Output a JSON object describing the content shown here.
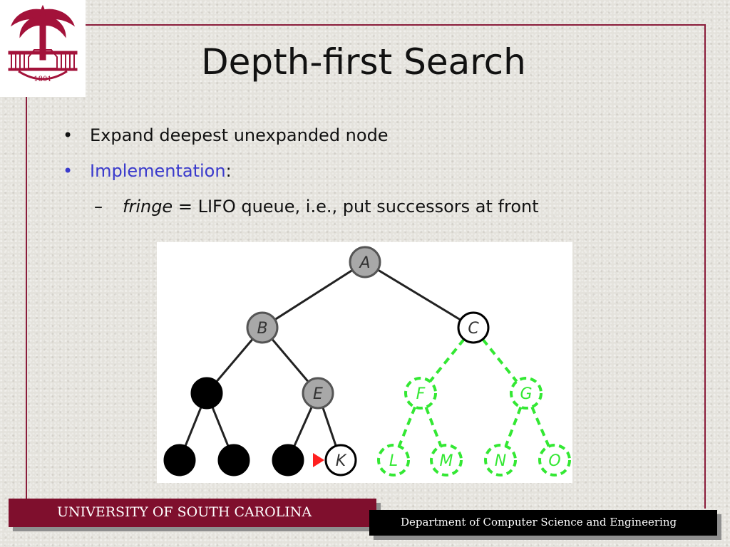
{
  "slide": {
    "title": "Depth-first Search",
    "bullets": [
      {
        "text": "Expand deepest unexpanded node"
      },
      {
        "text": "Implementation",
        "suffix": ":"
      }
    ],
    "sub_bullet": {
      "term": "fringe",
      "rest": " = LIFO queue, i.e., put successors at front"
    }
  },
  "logo": {
    "year": "1801",
    "color": "#a3123a"
  },
  "tree": {
    "nodes": [
      {
        "id": "A",
        "label": "A",
        "state": "gray"
      },
      {
        "id": "B",
        "label": "B",
        "state": "gray"
      },
      {
        "id": "C",
        "label": "C",
        "state": "white"
      },
      {
        "id": "D",
        "label": "",
        "state": "black"
      },
      {
        "id": "E",
        "label": "E",
        "state": "gray"
      },
      {
        "id": "F",
        "label": "F",
        "state": "green"
      },
      {
        "id": "G",
        "label": "G",
        "state": "green"
      },
      {
        "id": "H",
        "label": "",
        "state": "black"
      },
      {
        "id": "I",
        "label": "",
        "state": "black"
      },
      {
        "id": "J",
        "label": "",
        "state": "black"
      },
      {
        "id": "K",
        "label": "K",
        "state": "white"
      },
      {
        "id": "L",
        "label": "L",
        "state": "green"
      },
      {
        "id": "M",
        "label": "M",
        "state": "green"
      },
      {
        "id": "N",
        "label": "N",
        "state": "green"
      },
      {
        "id": "O",
        "label": "O",
        "state": "green"
      }
    ],
    "edges": [
      [
        "A",
        "B",
        "solid"
      ],
      [
        "A",
        "C",
        "solid"
      ],
      [
        "B",
        "D",
        "solid"
      ],
      [
        "B",
        "E",
        "solid"
      ],
      [
        "C",
        "F",
        "dashed"
      ],
      [
        "C",
        "G",
        "dashed"
      ],
      [
        "D",
        "H",
        "solid"
      ],
      [
        "D",
        "I",
        "solid"
      ],
      [
        "E",
        "J",
        "solid"
      ],
      [
        "E",
        "K",
        "solid"
      ],
      [
        "F",
        "L",
        "dashed"
      ],
      [
        "F",
        "M",
        "dashed"
      ],
      [
        "G",
        "N",
        "dashed"
      ],
      [
        "G",
        "O",
        "dashed"
      ]
    ],
    "colors": {
      "gray": "#a8a8a8",
      "black": "#000000",
      "white": "#ffffff",
      "green": "#33e833",
      "pointer": "#ff2020"
    }
  },
  "footer": {
    "university": "UNIVERSITY OF SOUTH CAROLINA",
    "department": "Department of Computer Science and Engineering",
    "colors": {
      "left": "#7f0f2d",
      "right": "#000000"
    }
  }
}
